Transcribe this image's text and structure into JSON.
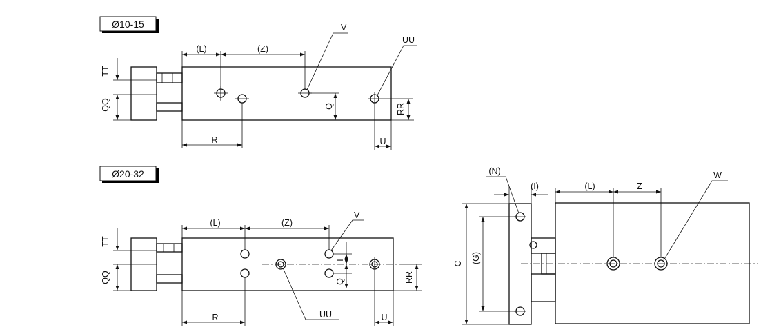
{
  "view_top": {
    "size_tag": "Ø10-15",
    "labels": {
      "L": "(L)",
      "Z": "(Z)",
      "V": "V",
      "UU": "UU",
      "TT": "TT",
      "QQ": "QQ",
      "Q": "Q",
      "RR": "RR",
      "R": "R",
      "U": "U"
    }
  },
  "view_bottom": {
    "size_tag": "Ø20-32",
    "labels": {
      "L": "(L)",
      "Z": "(Z)",
      "V": "V",
      "UU": "UU",
      "TT": "TT",
      "QQ": "QQ",
      "T": "T",
      "Q": "Q",
      "RR": "RR",
      "R": "R",
      "U": "U"
    }
  },
  "view_side": {
    "labels": {
      "N": "(N)",
      "I": "(I)",
      "L": "(L)",
      "Z": "Z",
      "W": "W",
      "C": "C",
      "G": "(G)"
    }
  }
}
